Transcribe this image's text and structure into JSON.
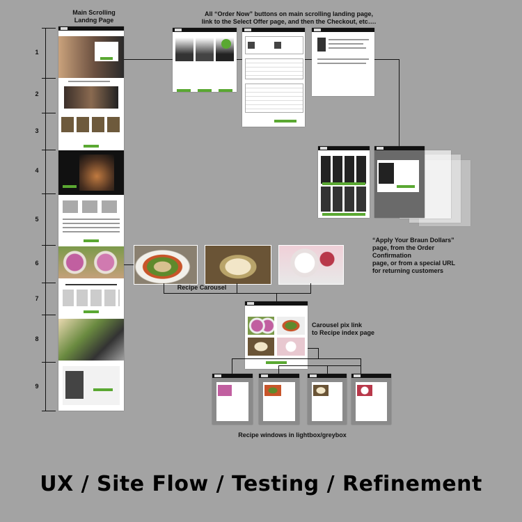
{
  "labels": {
    "main_page": "Main Scrolling\nLandng Page",
    "order_now": "All “Order Now” buttons on main scrolling landing page,\nlink to the Select Offer page, and then the Checkout, etc….",
    "braun_dollars": "“Apply Your Braun Dollars”\npage, from the Order Confirmation\npage, or from a special URL\nfor returning customers",
    "recipe_carousel": "Recipe Carousel",
    "carousel_link": "Carousel pix link\nto Recipe index page",
    "recipe_windows": "Recipe windows in lightbox/greybox"
  },
  "sections": [
    "1",
    "2",
    "3",
    "4",
    "5",
    "6",
    "7",
    "8",
    "9"
  ],
  "title": "UX / Site Flow / Testing / Refinement",
  "colors": {
    "background": "#a3a3a3",
    "accent": "#5aa832",
    "ink": "#111111"
  }
}
